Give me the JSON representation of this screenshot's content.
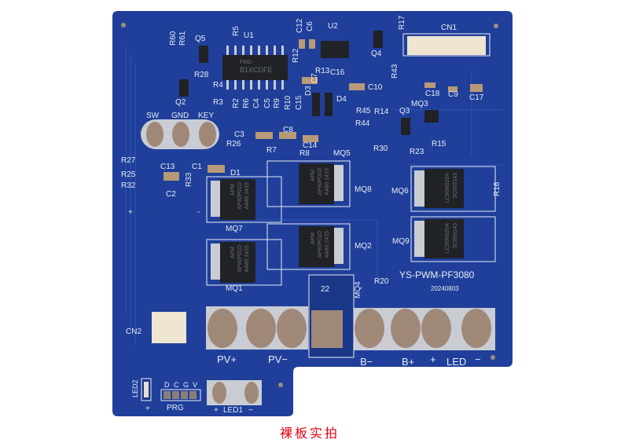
{
  "board": {
    "colors": {
      "solder_mask": "#1f3f9a",
      "silkscreen": "#e8ecf4",
      "copper": "#a08878",
      "silver": "#c9ccd3",
      "chip": "#202226",
      "connector": "#efe6d2"
    },
    "model": "YS-PWM-PF3080",
    "date": "20240803",
    "refs": {
      "R60": "R60",
      "R61": "R61",
      "Q5": "Q5",
      "R5": "R5",
      "U1": "U1",
      "C12": "C12",
      "C6": "C6",
      "U2": "U2",
      "R17": "R17",
      "CN1": "CN1",
      "Q4": "Q4",
      "R12": "R12",
      "R13": "R13",
      "C16": "C16",
      "C7": "C7",
      "C10": "C10",
      "R43": "R43",
      "C18": "C18",
      "C9": "C9",
      "C17": "C17",
      "R28": "R28",
      "R4": "R4",
      "R3": "R3",
      "Q2": "Q2",
      "R2": "R2",
      "R6": "R6",
      "C4": "C4",
      "C5": "C5",
      "R9": "R9",
      "R10": "R10",
      "C15": "C15",
      "D3": "D3",
      "D4": "D4",
      "R45": "R45",
      "R14": "R14",
      "Q3": "Q3",
      "MQ3": "MQ3",
      "R44": "R44",
      "C3": "C3",
      "C8": "C8",
      "R26": "R26",
      "R7": "R7",
      "R8": "R8",
      "C14": "C14",
      "MQ5": "MQ5",
      "R30": "R30",
      "R23": "R23",
      "R15": "R15",
      "R27": "R27",
      "C13": "C13",
      "C1": "C1",
      "R25": "R25",
      "R32": "R32",
      "R33": "R33",
      "C2": "C2",
      "D1": "D1",
      "MQ8": "MQ8",
      "MQ6": "MQ6",
      "R16": "R16",
      "MQ7": "MQ7",
      "MQ2": "MQ2",
      "MQ9": "MQ9",
      "MQ1": "MQ1",
      "R20": "R20",
      "MQ4": "MQ4",
      "n22": "22",
      "CN2": "CN2",
      "LED2": "LED2",
      "PRG": "PRG"
    },
    "key_pads": {
      "sw": "SW",
      "gnd": "GND",
      "key": "KEY"
    },
    "terminals": {
      "pv_plus": "PV+",
      "pv_minus": "PV−",
      "b_minus": "B−",
      "b_plus": "B+",
      "led_plus": "+",
      "led": "LED",
      "led_minus": "−"
    },
    "polarity": {
      "plus_left": "+",
      "minus_left": "-",
      "led2_plus": "+",
      "led1_plus": "+",
      "led1": "LED1",
      "led1_minus": "−"
    },
    "prg_pins": [
      "D",
      "C",
      "G",
      "V"
    ],
    "chip_markings": {
      "u1_brand": "FMD",
      "u1_code": "B1XCDFE",
      "mos_brand": "APM",
      "mos_part": "AP90P01D",
      "mos_lot": "AA80 2415",
      "nmos_part": "LC90N020A",
      "nmos_lot": "3C009143"
    }
  },
  "caption": "裸板实拍"
}
